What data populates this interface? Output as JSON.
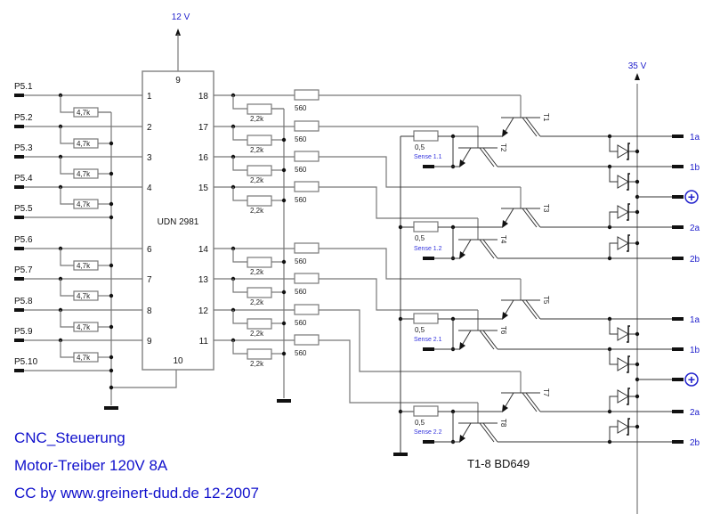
{
  "supply": {
    "logic": "12 V",
    "motor": "35 V"
  },
  "ic": {
    "name": "UDN 2981",
    "vcc_pin": "9",
    "gnd_pin": "10",
    "inputs": [
      {
        "label": "P5.1",
        "pin": "1",
        "pulldown": "4,7k"
      },
      {
        "label": "P5.2",
        "pin": "2",
        "pulldown": "4,7k"
      },
      {
        "label": "P5.3",
        "pin": "3",
        "pulldown": "4,7k"
      },
      {
        "label": "P5.4",
        "pin": "4",
        "pulldown": "4,7k"
      },
      {
        "label": "P5.5",
        "pin": null,
        "pulldown": null
      },
      {
        "label": "P5.6",
        "pin": "6",
        "pulldown": "4,7k"
      },
      {
        "label": "P5.7",
        "pin": "7",
        "pulldown": "4,7k"
      },
      {
        "label": "P5.8",
        "pin": "8",
        "pulldown": "4,7k"
      },
      {
        "label": "P5.9",
        "pin": "9",
        "pulldown": "4,7k"
      },
      {
        "label": "P5.10",
        "pin": null,
        "pulldown": null
      }
    ],
    "outputs": [
      {
        "pin": "18",
        "pulldown": "2,2k",
        "series": "560"
      },
      {
        "pin": "17",
        "pulldown": "2,2k",
        "series": "560"
      },
      {
        "pin": "16",
        "pulldown": "2,2k",
        "series": "560"
      },
      {
        "pin": "15",
        "pulldown": "2,2k",
        "series": "560"
      },
      {
        "pin": "14",
        "pulldown": "2,2k",
        "series": "560"
      },
      {
        "pin": "13",
        "pulldown": "2,2k",
        "series": "560"
      },
      {
        "pin": "12",
        "pulldown": "2,2k",
        "series": "560"
      },
      {
        "pin": "11",
        "pulldown": "2,2k",
        "series": "560"
      }
    ]
  },
  "stages": [
    {
      "upper": "T1",
      "lower": "T2",
      "shunt": "0,5",
      "sense": "Sense 1.1",
      "out": "1a"
    },
    {
      "upper": "T3",
      "lower": "T4",
      "shunt": "0,5",
      "sense": "Sense 1.2",
      "out": "2a"
    },
    {
      "upper": "T5",
      "lower": "T6",
      "shunt": "0,5",
      "sense": "Sense 2.1",
      "out": "1a"
    },
    {
      "upper": "T7",
      "lower": "T8",
      "shunt": "0,5",
      "sense": "Sense 2.2",
      "out": "2a"
    }
  ],
  "outputs_right": [
    "1a",
    "1b",
    "2a",
    "2b",
    "1a",
    "1b",
    "2a",
    "2b"
  ],
  "plus_symbol": "+",
  "transistor_note": "T1-8  BD649",
  "footer": {
    "line1": "CNC_Steuerung",
    "line2": "Motor-Treiber 120V 8A",
    "line3": "CC  by  www.greinert-dud.de  12-2007"
  }
}
